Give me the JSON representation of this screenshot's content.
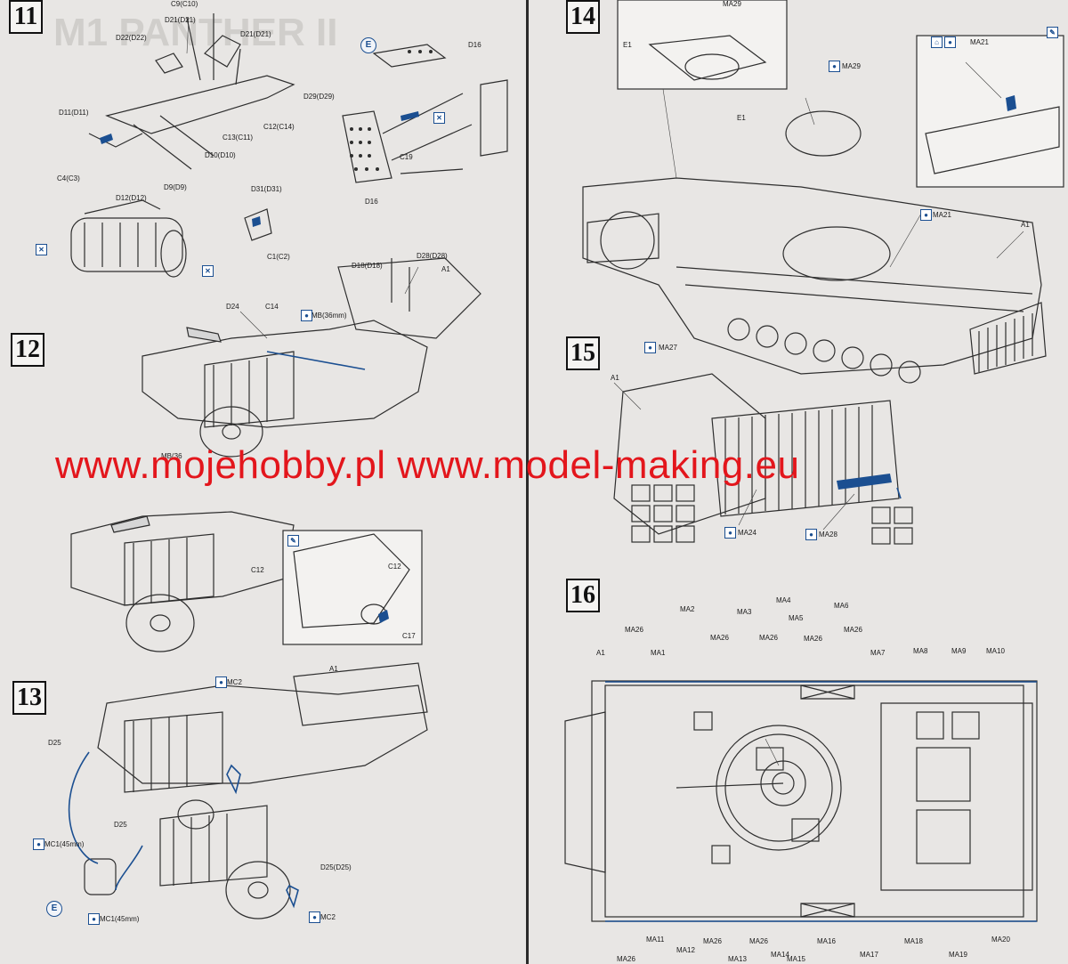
{
  "steps": [
    "11",
    "12",
    "13",
    "14",
    "15",
    "16"
  ],
  "watermark": "www.mojehobby.pl www.model-making.eu",
  "ghost_title": "M1 PANTHER II",
  "callout_e": "E",
  "step11": {
    "labels": [
      "C9(C10)",
      "D21(D21)",
      "D21(D21)",
      "D22(D22)",
      "D29(D29)",
      "C12(C14)",
      "C13(C11)",
      "D11(D11)",
      "D10(D10)",
      "D9(D9)",
      "C4(C3)",
      "D31(D31)",
      "D12(D12)",
      "C1(C2)",
      "D16",
      "C19",
      "D16"
    ]
  },
  "step12": {
    "labels": [
      "D18(D18)",
      "D28(D28)",
      "A1",
      "D24",
      "C14",
      "MB(36mm)",
      "MB(36",
      "C12",
      "C12",
      "C17"
    ]
  },
  "step13": {
    "labels": [
      "MC2",
      "A1",
      "D25",
      "MC1(45mm)",
      "D25",
      "D25(D25)",
      "MC1(45mm)",
      "MC2"
    ]
  },
  "step14": {
    "labels": [
      "MA29",
      "E1",
      "MA29",
      "E1",
      "MA21",
      "MA21",
      "A1"
    ]
  },
  "step15": {
    "labels": [
      "MA27",
      "A1",
      "MA24",
      "MA28"
    ]
  },
  "step16": {
    "labels_top": [
      "MA2",
      "MA3",
      "MA4",
      "MA5",
      "MA6",
      "MA26",
      "MA26",
      "MA26",
      "MA26",
      "MA26",
      "A1",
      "MA1",
      "MA7",
      "MA8",
      "MA9",
      "MA10"
    ],
    "labels_bottom": [
      "MA11",
      "MA26",
      "MA26",
      "MA14",
      "MA16",
      "MA18",
      "MA20",
      "MA26",
      "MA12",
      "MA13",
      "MA15",
      "MA17",
      "MA19"
    ]
  },
  "colors": {
    "paint": "#1b4f91",
    "watermark": "#e3161c",
    "line": "#2a2a2a"
  }
}
